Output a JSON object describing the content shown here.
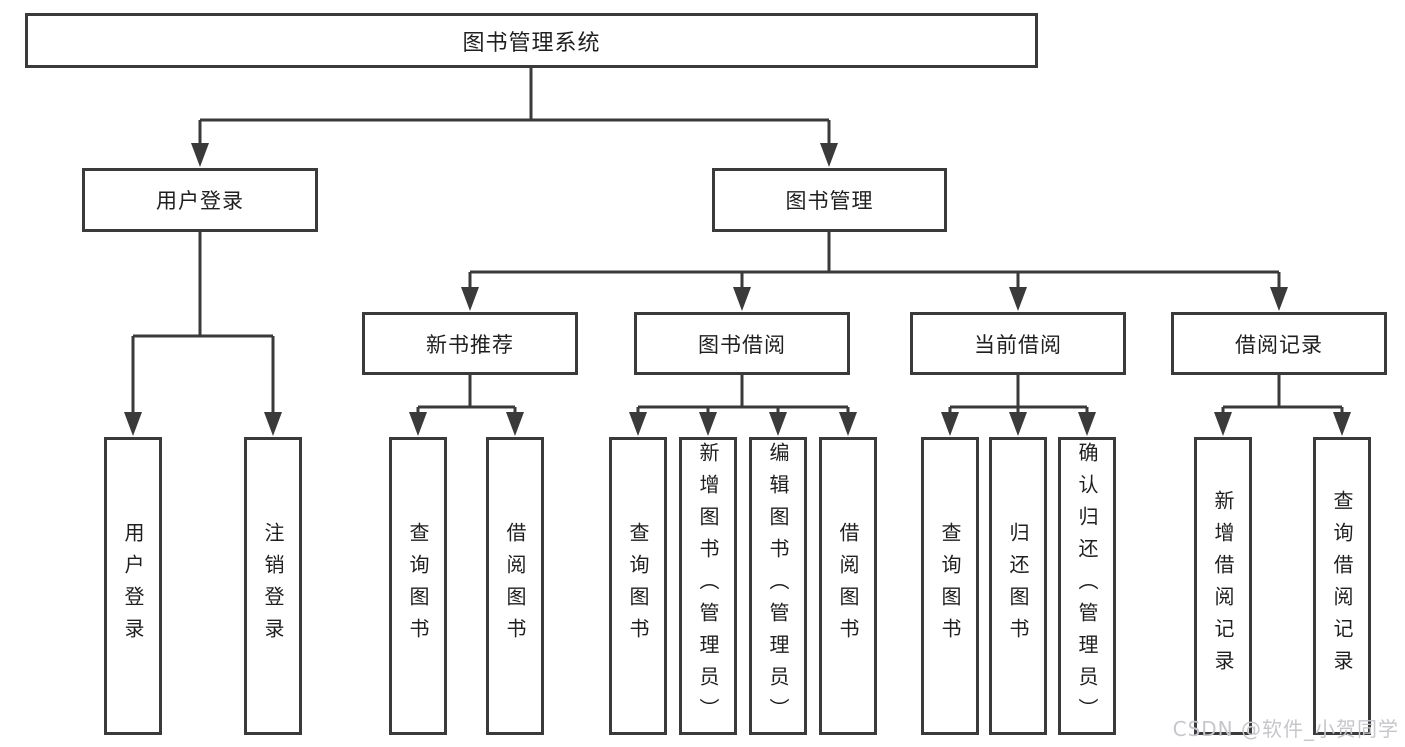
{
  "diagram": {
    "title": "图书管理系统",
    "root": {
      "label": "图书管理系统"
    },
    "level2": [
      {
        "id": "user-login",
        "label": "用户登录"
      },
      {
        "id": "book-management",
        "label": "图书管理"
      }
    ],
    "level3": [
      {
        "id": "new-book-recommend",
        "label": "新书推荐"
      },
      {
        "id": "book-borrowing",
        "label": "图书借阅"
      },
      {
        "id": "current-borrowing",
        "label": "当前借阅"
      },
      {
        "id": "borrowing-records",
        "label": "借阅记录"
      }
    ],
    "leaves": {
      "user_login": [
        "用户登录",
        "注销登录"
      ],
      "new_book": [
        "查询图书",
        "借阅图书"
      ],
      "book_borrow": [
        "查询图书",
        "新增图书（管理员）",
        "编辑图书（管理员）",
        "借阅图书"
      ],
      "current_borrow": [
        "查询图书",
        "归还图书",
        "确认归还（管理员）"
      ],
      "borrow_record": [
        "新增借阅记录",
        "查询借阅记录"
      ]
    }
  },
  "watermark": {
    "text": "CSDN @软件_小贺同学"
  },
  "colors": {
    "line": "#3a3a3a",
    "text": "#1f1f1f",
    "watermark": "#c6c6cc",
    "background": "#ffffff"
  }
}
